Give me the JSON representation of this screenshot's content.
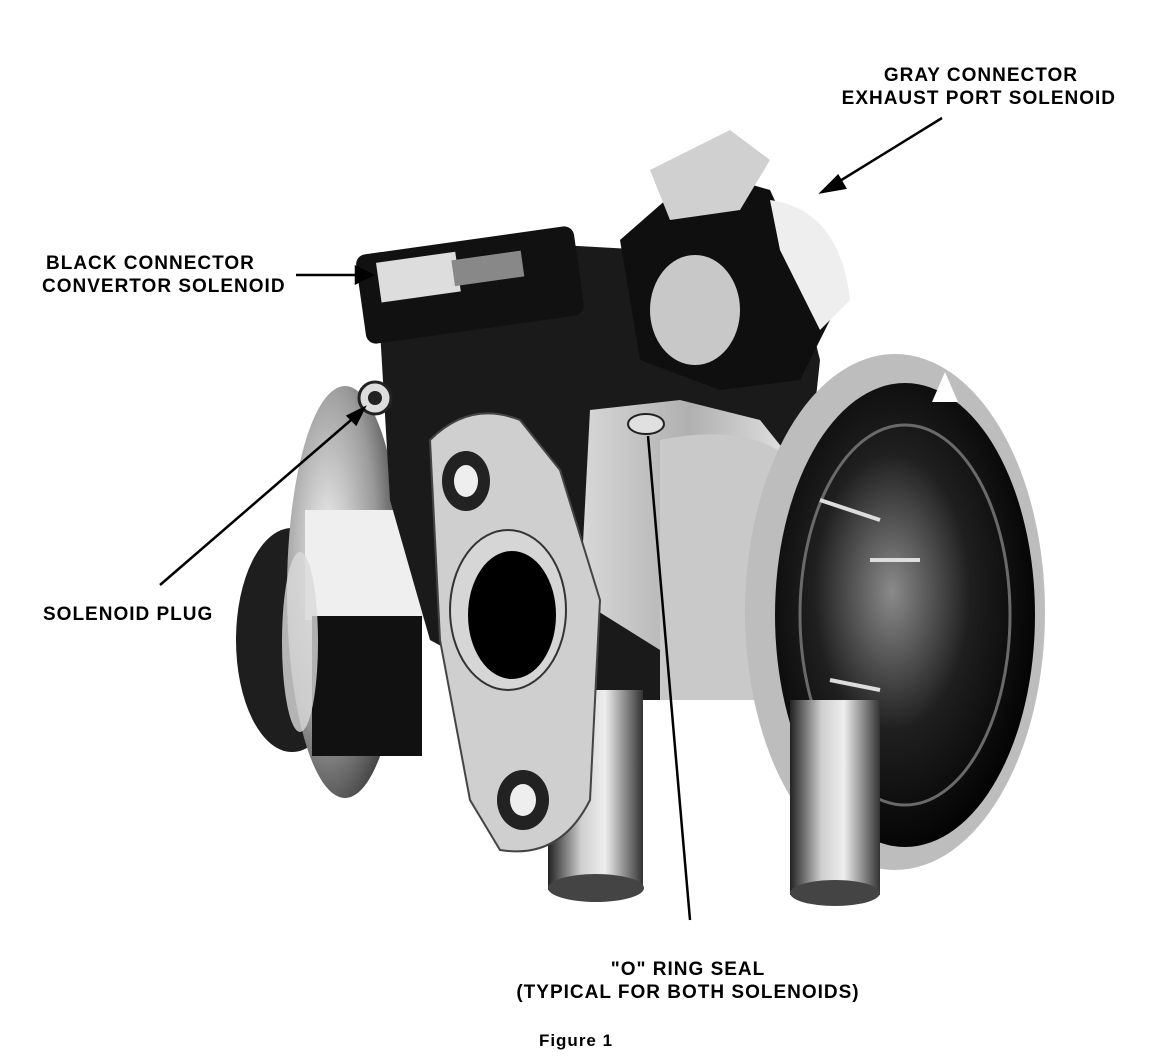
{
  "labels": {
    "gray_connector": {
      "line1": "GRAY CONNECTOR",
      "line2": "EXHAUST PORT SOLENOID"
    },
    "black_connector": {
      "line1": "BLACK CONNECTOR",
      "line2": "CONVERTOR SOLENOID"
    },
    "solenoid_plug": "SOLENOID PLUG",
    "o_ring_seal": {
      "line1": "\"O\" RING SEAL",
      "line2": "(TYPICAL FOR BOTH SOLENOIDS)"
    }
  },
  "caption": "Figure 1",
  "colors": {
    "ink": "#000000",
    "paper": "#ffffff",
    "metal_light": "#d9d9d9",
    "metal_mid": "#9a9a9a",
    "metal_dark": "#2b2b2b"
  }
}
